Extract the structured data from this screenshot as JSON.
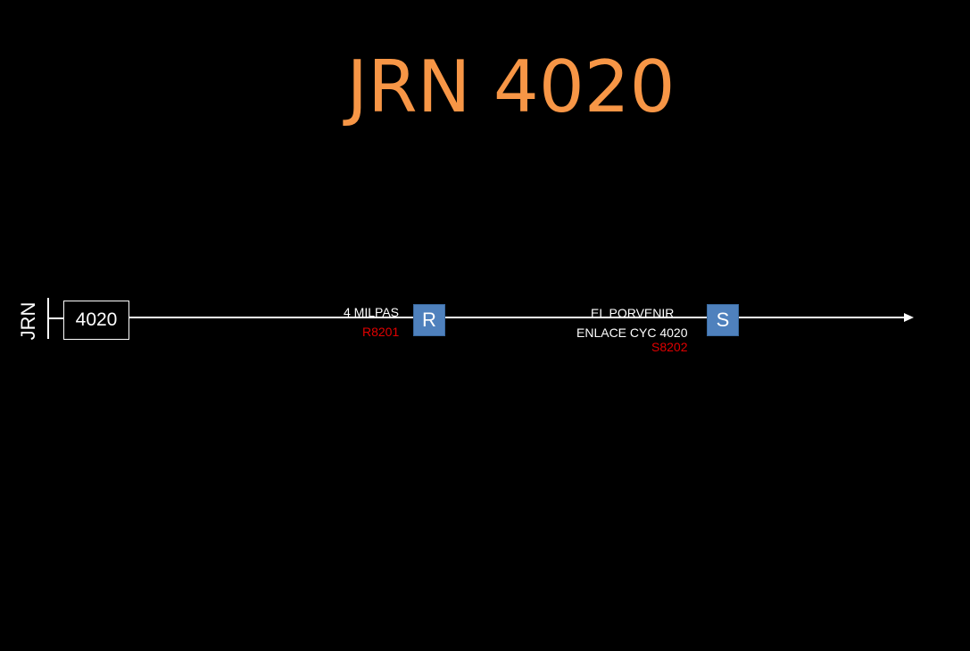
{
  "title": "JRN 4020",
  "source": {
    "substation": "JRN",
    "circuit": "4020"
  },
  "devices": [
    {
      "symbol": "R",
      "location": "4 MILPAS",
      "id": "R8201"
    },
    {
      "symbol": "S",
      "location": "EL PORVENIR",
      "sublocation": "ENLACE CYC 4020",
      "id": "S8202"
    }
  ],
  "colors": {
    "background": "#000000",
    "title": "#f79646",
    "device_fill": "#4f81bd",
    "device_id": "#e00000",
    "line": "#ffffff"
  }
}
